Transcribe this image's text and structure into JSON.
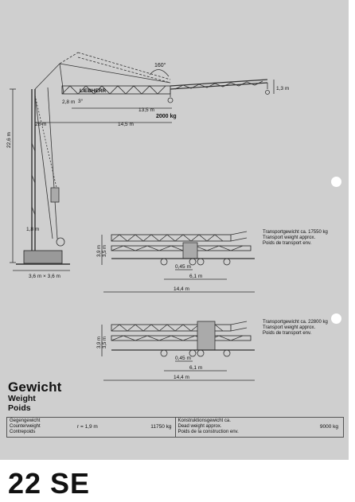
{
  "crane": {
    "angle": "160°",
    "brand": "LIEBHERR",
    "jib_length": "14,5 m",
    "tip_offset": "1,3 m",
    "hook_reach": "13,5 m",
    "hook_load": "2000 kg",
    "height": "22,6 m",
    "base_width": "3,6 m × 3,6 m",
    "ballast_height": "1,8 m",
    "mast_mark": "3°",
    "small_offset": "2,8 m",
    "mid_mark": "28 m"
  },
  "transport1": {
    "weight_de": "Transportgewicht ca. 17550 kg",
    "weight_en": "Transport weight approx.",
    "weight_fr": "Poids de transport env.",
    "height_a": "3,9 m",
    "height_b": "3,5 m",
    "axle_gap": "0,45 m",
    "axle_spacing": "6,1 m",
    "total_length": "14,4 m"
  },
  "transport2": {
    "weight_de": "Transportgewicht ca. 22800 kg",
    "weight_en": "Transport weight approx.",
    "weight_fr": "Poids de transport env.",
    "height_a": "3,9 m",
    "height_b": "3,5 m",
    "axle_gap": "0,45 m",
    "axle_spacing": "6,1 m",
    "total_length": "14,4 m"
  },
  "heading": {
    "de": "Gewicht",
    "en": "Weight",
    "fr": "Poids"
  },
  "weight_table": {
    "counterweight_de": "Gegengewicht",
    "counterweight_en": "Counterweight",
    "counterweight_fr": "Contrepoids",
    "radius": "r = 1,9 m",
    "counterweight_value": "11750 kg",
    "dead_weight_de": "Konstruktionsgewicht ca.",
    "dead_weight_en": "Dead weight approx.",
    "dead_weight_fr": "Poids de la construction env.",
    "dead_weight_value": "9000 kg"
  },
  "model": "22 SE"
}
